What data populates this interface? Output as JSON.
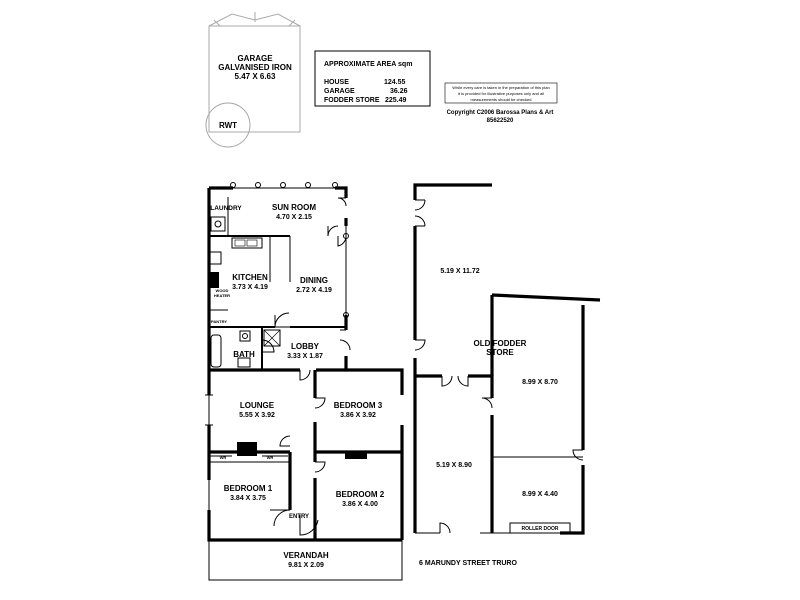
{
  "garage": {
    "title": "GARAGE",
    "material": "GALVANISED IRON",
    "size": "5.47 X 6.63"
  },
  "rwt": "RWT",
  "area_box": {
    "title": "APPROXIMATE AREA sqm",
    "rows": [
      {
        "label": "HOUSE",
        "value": "124.55"
      },
      {
        "label": "GARAGE",
        "value": "36.26"
      },
      {
        "label": "FODDER STORE",
        "value": "225.49"
      }
    ]
  },
  "disclaimer": {
    "line1": "While every care is taken in the preparation of this plan",
    "line2": "it is provided for illustrative purposes only and all",
    "line3": "measurements should be checked"
  },
  "copyright": {
    "line1": "Copyright  C2006  Barossa Plans & Art",
    "line2": "85622520"
  },
  "rooms": {
    "laundry": "LAUNDRY",
    "sunroom": {
      "name": "SUN ROOM",
      "size": "4.70 X 2.15"
    },
    "kitchen": {
      "name": "KITCHEN",
      "size": "3.73 X 4.19"
    },
    "wood_heater_1": "WOOD",
    "wood_heater_2": "HEATER",
    "pantry": "PANTRY",
    "dining": {
      "name": "DINING",
      "size": "2.72 X 4.19"
    },
    "bath": "BATH",
    "lobby": {
      "name": "LOBBY",
      "size": "3.33 X 1.87"
    },
    "lounge": {
      "name": "LOUNGE",
      "size": "5.55 X 3.92"
    },
    "bedroom3": {
      "name": "BEDROOM 3",
      "size": "3.86 X 3.92"
    },
    "bedroom1": {
      "name": "BEDROOM 1",
      "size": "3.84 X 3.75"
    },
    "bedroom2": {
      "name": "BEDROOM 2",
      "size": "3.86 X 4.00"
    },
    "entry": "ENTRY",
    "verandah": {
      "name": "VERANDAH",
      "size": "9.81 X 2.09"
    },
    "wr_left": "WR",
    "wr_right": "WR"
  },
  "fodder": {
    "upper": "5.19 X 11.72",
    "title1": "OLD FODDER",
    "title2": "STORE",
    "right_upper": "8.99 X 8.70",
    "lower_left": "5.19 X 8.90",
    "lower_right": "8.99 X 4.40",
    "roller_door": "ROLLER DOOR"
  },
  "address": "6 MARUNDY STREET TRURO"
}
